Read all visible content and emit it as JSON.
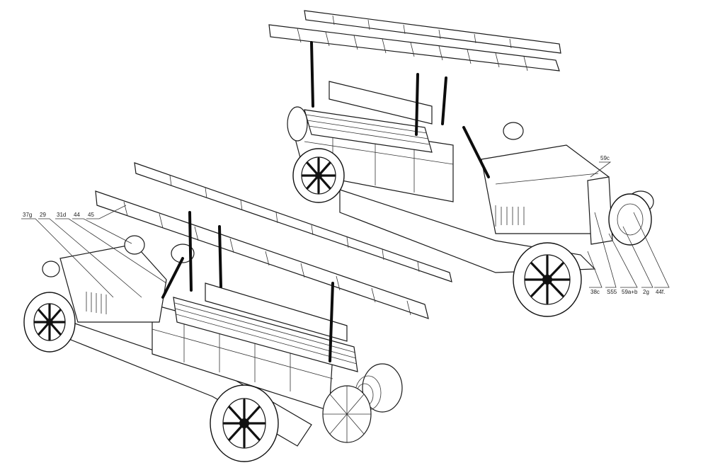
{
  "figure": {
    "vehicles": [
      "fire-truck-rear-view",
      "fire-truck-front-view"
    ]
  },
  "callouts_left": [
    {
      "id": "c37g",
      "label": "37g"
    },
    {
      "id": "c29",
      "label": "29"
    },
    {
      "id": "c31d",
      "label": "31d"
    },
    {
      "id": "c44",
      "label": "44"
    },
    {
      "id": "c45",
      "label": "45"
    }
  ],
  "callouts_right": [
    {
      "id": "c59c",
      "label": "59c"
    },
    {
      "id": "c38c",
      "label": "38c"
    },
    {
      "id": "cS55",
      "label": "S55"
    },
    {
      "id": "c59ab",
      "label": "59a+b"
    },
    {
      "id": "c2g",
      "label": "2g"
    },
    {
      "id": "c44f",
      "label": "44f."
    }
  ]
}
